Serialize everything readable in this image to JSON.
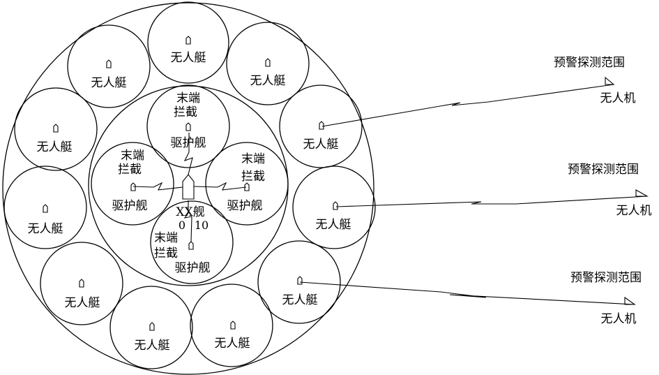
{
  "boat_label": "无人艇",
  "escort_label": "驱护舰",
  "intercept_line1": "末端",
  "intercept_line2": "拦截",
  "main_ship_label": "XX舰",
  "main_ship_marks": [
    "0",
    "10"
  ],
  "warning_label": "预警探测范围",
  "uav_label": "无人机"
}
